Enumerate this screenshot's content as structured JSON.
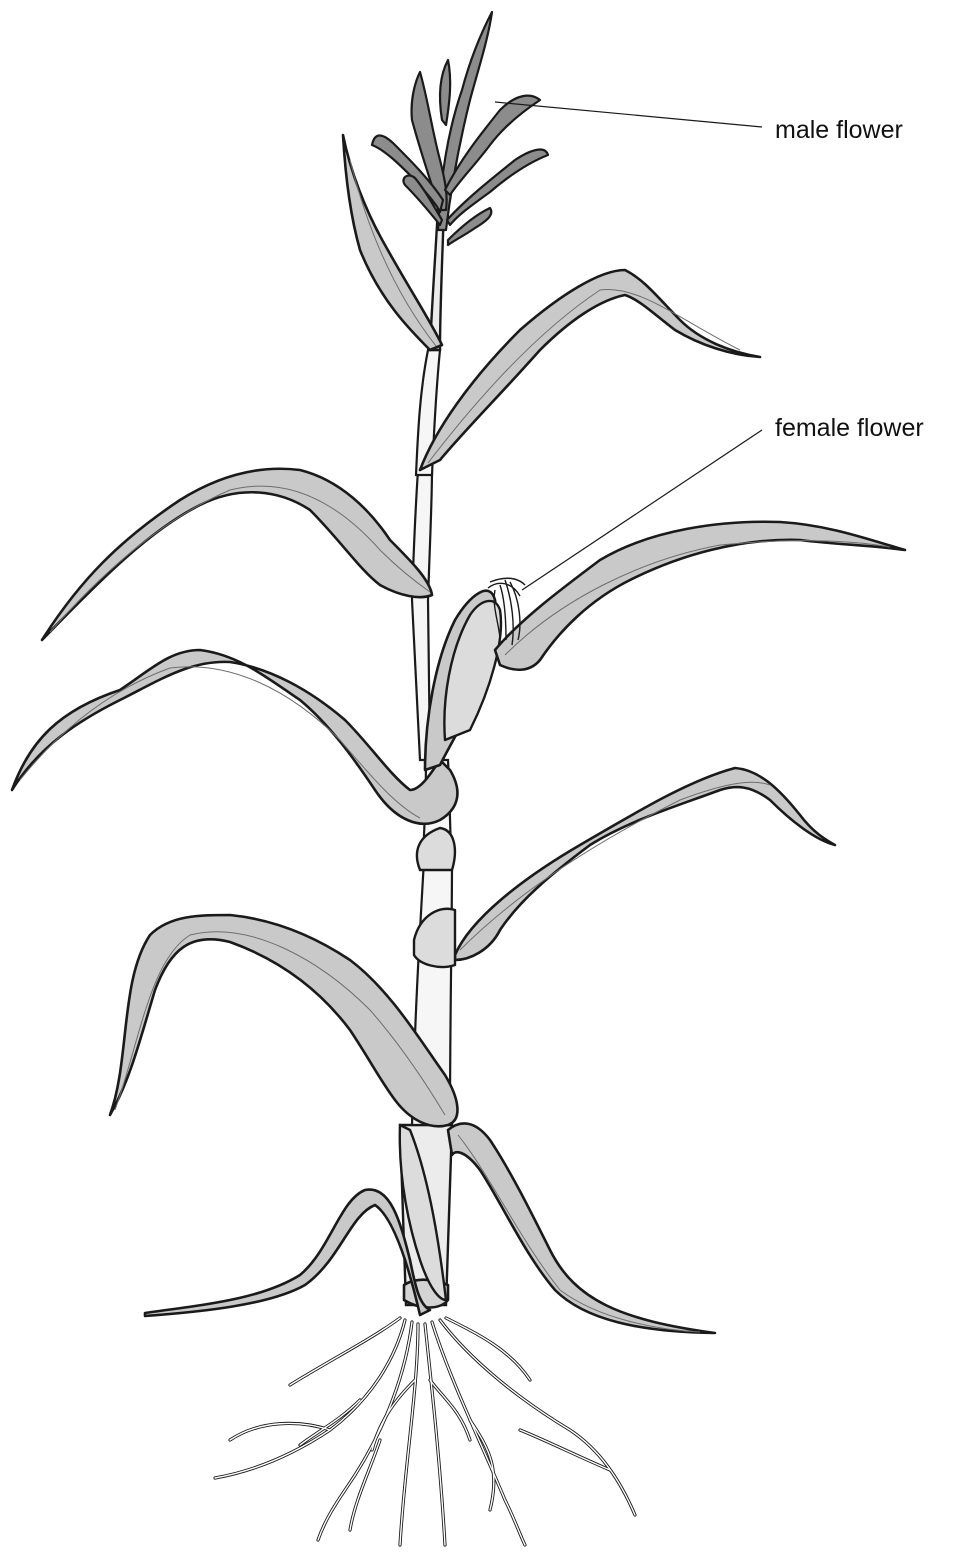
{
  "figure": {
    "subject": "maize plant",
    "labels": {
      "male_flower": "male flower",
      "female_flower": "female flower"
    },
    "colors": {
      "leaf_fill": "#c9c9c9",
      "stem_fill": "#ececec",
      "tassel_fill": "#8c8c8c",
      "outline": "#1a1a1a"
    }
  }
}
